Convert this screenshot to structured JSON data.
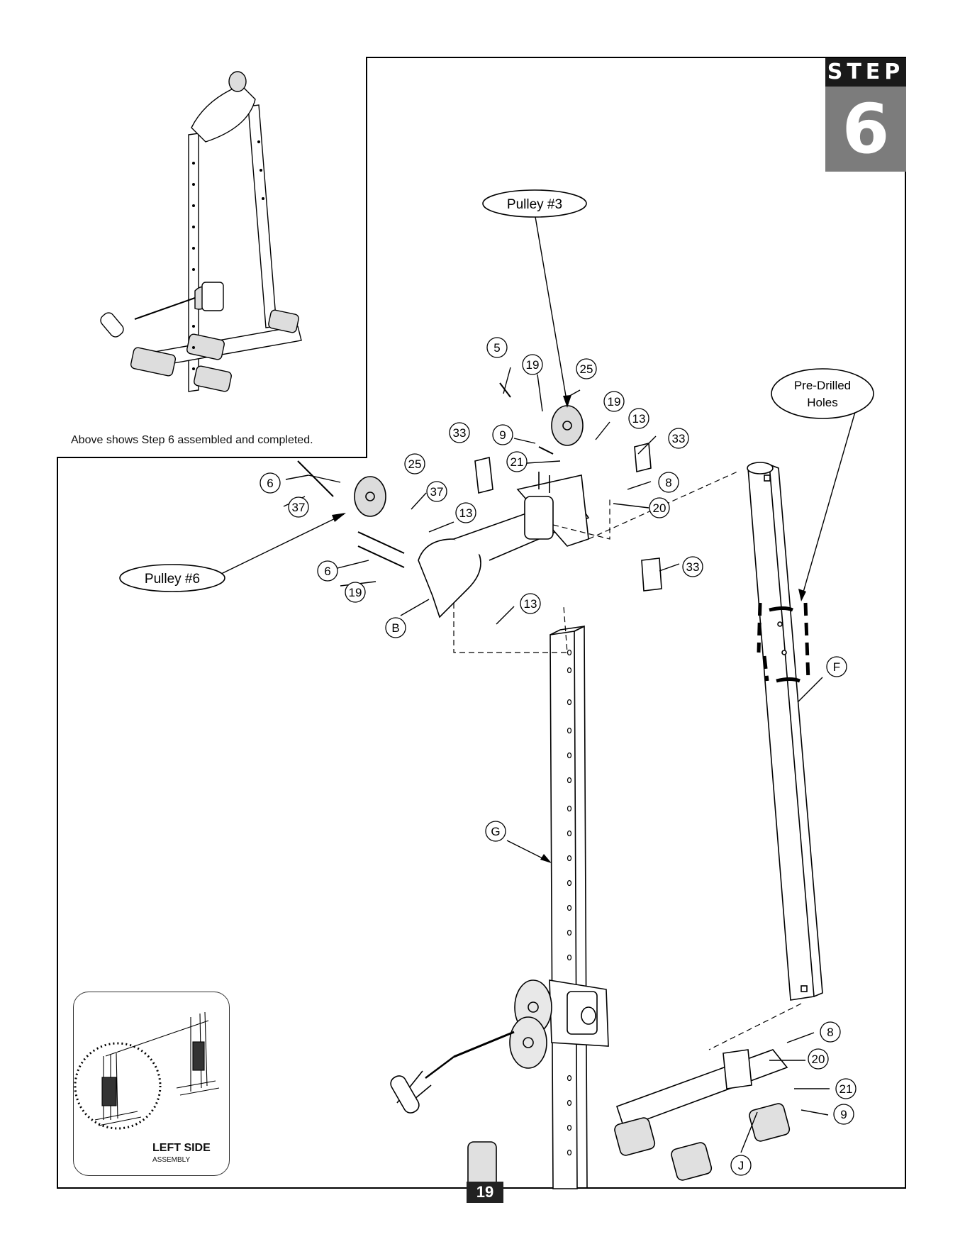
{
  "step": {
    "word": "STEP",
    "number": "6"
  },
  "inset": {
    "caption": "Above shows Step 6 assembled and completed."
  },
  "callouts": {
    "pulley3": "Pulley #3",
    "pulley6": "Pulley #6",
    "predrilled": [
      "Pre-Drilled",
      "Holes"
    ]
  },
  "part_labels": [
    "5",
    "19",
    "25",
    "19",
    "13",
    "33",
    "9",
    "33",
    "21",
    "8",
    "20",
    "6",
    "25",
    "37",
    "13",
    "37",
    "6",
    "33",
    "19",
    "13",
    "B",
    "F",
    "G",
    "8",
    "20",
    "21",
    "9",
    "J"
  ],
  "side_view": {
    "title": "LEFT SIDE",
    "subtitle": "ASSEMBLY"
  },
  "page_number": "19"
}
